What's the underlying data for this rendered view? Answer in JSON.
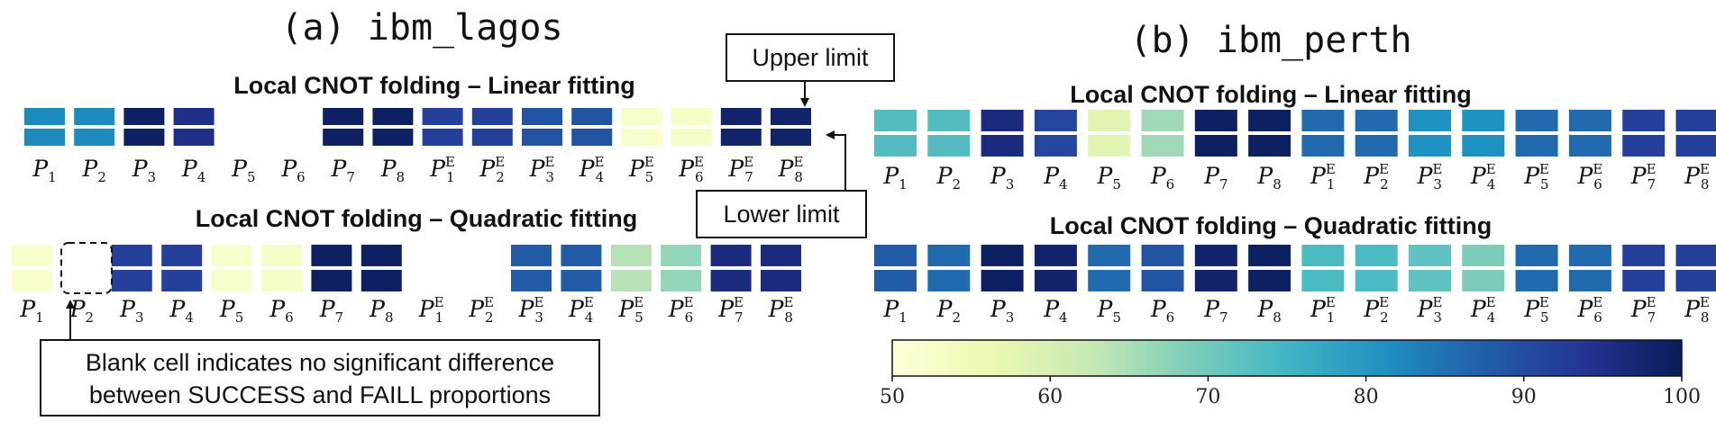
{
  "colormap": {
    "name": "YlGnBu",
    "stops": [
      "#ffffd9",
      "#edf8b1",
      "#c7e9b4",
      "#7fcdbb",
      "#41b6c4",
      "#1d91c0",
      "#225ea8",
      "#253494",
      "#081d58"
    ]
  },
  "annotations": {
    "upper_limit": "Upper limit",
    "lower_limit": "Lower limit",
    "blank_note_line1": "Blank cell indicates no significant difference",
    "blank_note_line2": "between SUCCESS and FAILL proportions"
  },
  "chart_data": [
    {
      "type": "heatmap",
      "title": "(a) ibm_lagos",
      "subtitle": "Local CNOT folding – Linear fitting",
      "categories": [
        "P1",
        "P2",
        "P3",
        "P4",
        "P5",
        "P6",
        "P7",
        "P8",
        "P1E",
        "P2E",
        "P3E",
        "P4E",
        "P5E",
        "P6E",
        "P7E",
        "P8E"
      ],
      "values": [
        82,
        82,
        99,
        95,
        null,
        null,
        99,
        99,
        92,
        92,
        89,
        89,
        52,
        53,
        98,
        98
      ],
      "value_range": [
        50,
        100
      ]
    },
    {
      "type": "heatmap",
      "title": "(a) ibm_lagos",
      "subtitle": "Local CNOT folding – Quadratic fitting",
      "categories": [
        "P1",
        "P2",
        "P3",
        "P4",
        "P5",
        "P6",
        "P7",
        "P8",
        "P1E",
        "P2E",
        "P3E",
        "P4E",
        "P5E",
        "P6E",
        "P7E",
        "P8E"
      ],
      "values": [
        52,
        null,
        92,
        92,
        52,
        53,
        99,
        99,
        null,
        null,
        88,
        88,
        64,
        67,
        96,
        96
      ],
      "value_range": [
        50,
        100
      ]
    },
    {
      "type": "heatmap",
      "title": "(b) ibm_perth",
      "subtitle": "Local CNOT folding – Linear fitting",
      "categories": [
        "P1",
        "P2",
        "P3",
        "P4",
        "P5",
        "P6",
        "P7",
        "P8",
        "P1E",
        "P2E",
        "P3E",
        "P4E",
        "P5E",
        "P6E",
        "P7E",
        "P8E"
      ],
      "values": [
        73,
        73,
        96,
        91,
        58,
        66,
        99,
        99,
        86,
        86,
        81,
        81,
        86,
        86,
        92,
        92
      ],
      "value_range": [
        50,
        100
      ]
    },
    {
      "type": "heatmap",
      "title": "(b) ibm_perth",
      "subtitle": "Local CNOT folding – Quadratic fitting",
      "categories": [
        "P1",
        "P2",
        "P3",
        "P4",
        "P5",
        "P6",
        "P7",
        "P8",
        "P1E",
        "P2E",
        "P3E",
        "P4E",
        "P5E",
        "P6E",
        "P7E",
        "P8E"
      ],
      "values": [
        88,
        86,
        99,
        98,
        86,
        89,
        98,
        99,
        74,
        74,
        72,
        69,
        86,
        86,
        92,
        92
      ],
      "value_range": [
        50,
        100
      ]
    }
  ],
  "colorbar": {
    "ticks": [
      "50",
      "60",
      "70",
      "80",
      "90",
      "100"
    ],
    "range": [
      50,
      100
    ]
  }
}
